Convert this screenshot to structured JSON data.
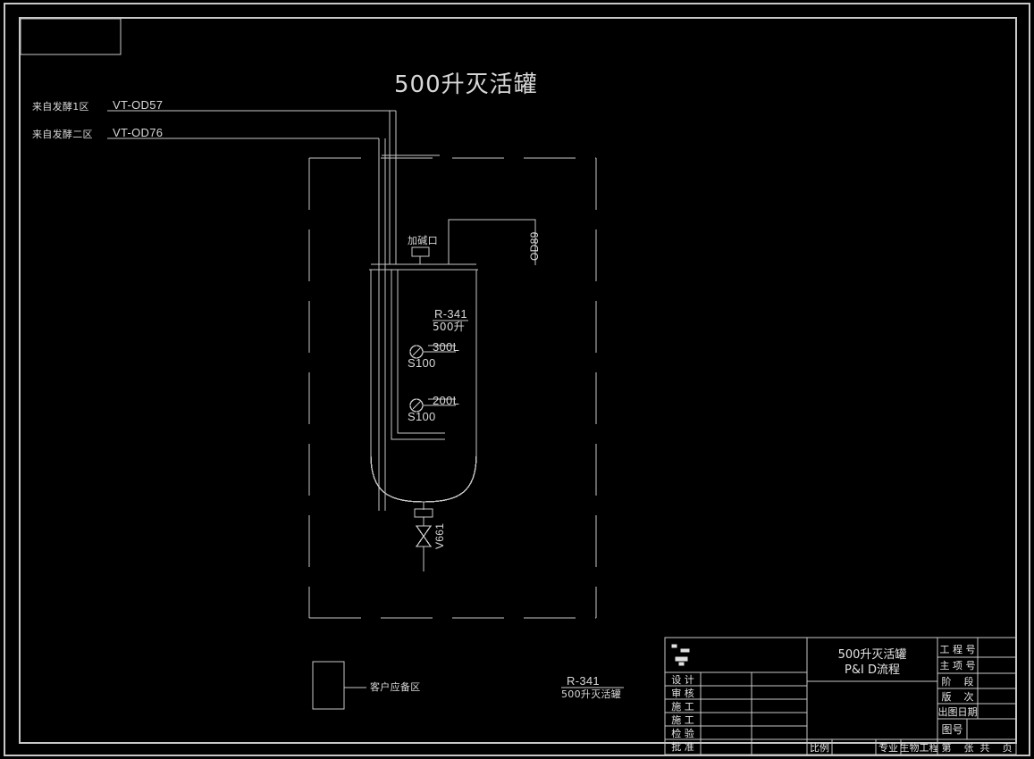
{
  "drawing": {
    "title": "500升灭活罐",
    "equipment_tag": "R-341",
    "equipment_volume": "500升",
    "legend_tag": "R-341",
    "legend_desc": "500升灭活罐",
    "customer_area_note": "客户应备区",
    "nozzle_label": "加碱口",
    "pipe_spec_vertical": "OD89",
    "valve_tag": "V661"
  },
  "inlets": [
    {
      "source": "来自发酵1区",
      "line_tag": "VT-OD57"
    },
    {
      "source": "来自发酵二区",
      "line_tag": "VT-OD76"
    }
  ],
  "instruments": [
    {
      "level": "300L",
      "tag": "S100"
    },
    {
      "level": "200L",
      "tag": "S100"
    }
  ],
  "title_block": {
    "drawing_name_line1": "500升灭活罐",
    "drawing_name_line2": "P&I D流程",
    "approval_rows": [
      "设 计",
      "审 核",
      "施 工",
      "施 工",
      "检 验",
      "批 准"
    ],
    "right_fields": [
      "工 程 号",
      "主 项 号",
      "阶    段",
      "版    次",
      "出图日期"
    ],
    "drawing_no_label": "图号",
    "sheet_label": "第    张  共    页",
    "scale_label": "比例",
    "discipline_label": "专业",
    "discipline_value": "生物工程"
  },
  "colors": {
    "background": "#000000",
    "line": "#c8c8c8",
    "text": "#d8d8d8"
  }
}
